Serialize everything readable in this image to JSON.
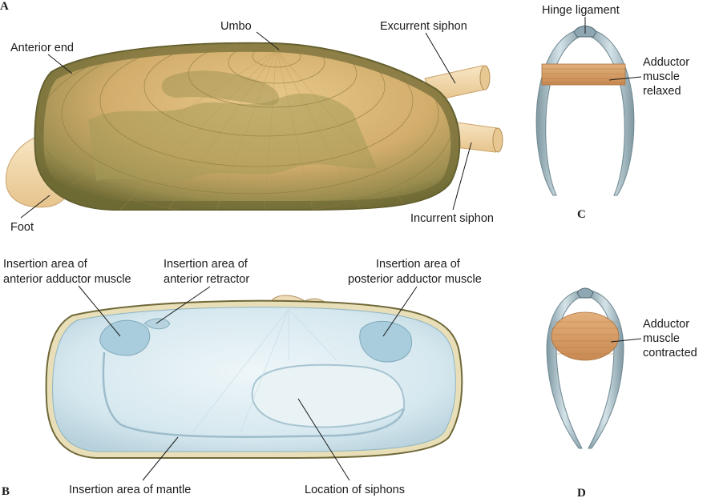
{
  "panels": {
    "a": "A",
    "b": "B",
    "c": "C",
    "d": "D"
  },
  "labels_a": {
    "umbo": "Umbo",
    "excurrent_siphon": "Excurrent siphon",
    "anterior_end": "Anterior end",
    "incurrent_siphon": "Incurrent siphon",
    "foot": "Foot"
  },
  "labels_b": {
    "anterior_adductor_line1": "Insertion area of",
    "anterior_adductor_line2": "anterior adductor muscle",
    "anterior_retractor_line1": "Insertion area of",
    "anterior_retractor_line2": "anterior retractor",
    "posterior_adductor_line1": "Insertion area of",
    "posterior_adductor_line2": "posterior adductor muscle",
    "mantle": "Insertion area of mantle",
    "siphons": "Location of siphons"
  },
  "labels_c": {
    "hinge_ligament": "Hinge ligament",
    "relaxed_line1": "Adductor",
    "relaxed_line2": "muscle",
    "relaxed_line3": "relaxed"
  },
  "labels_d": {
    "contracted_line1": "Adductor",
    "contracted_line2": "muscle",
    "contracted_line3": "contracted"
  },
  "colors": {
    "shell_outer": "#7d7a3e",
    "shell_tan": "#d7b273",
    "shell_patch": "#a89a5a",
    "siphon": "#f3d9a8",
    "shell_inner": "#d9eaf0",
    "muscle": "#d49a63",
    "valve": "#9fb5bd"
  }
}
